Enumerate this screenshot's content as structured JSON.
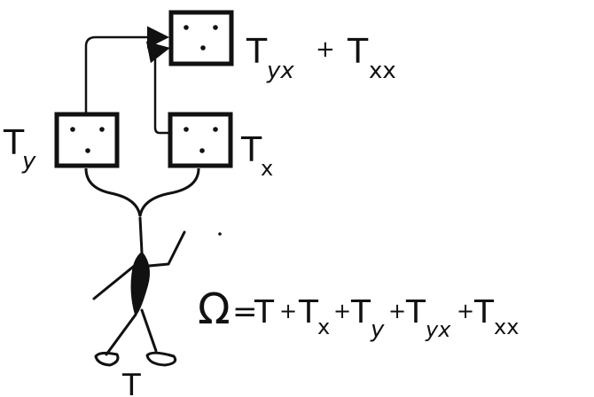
{
  "diagram": {
    "ink_color": "#111111",
    "boxes": [
      {
        "id": "top",
        "label_base": "T",
        "label_sub": "yx",
        "extra_plus": "+",
        "extra_base": "T",
        "extra_sub": "xx"
      },
      {
        "id": "left",
        "label_base": "T",
        "label_sub": "y"
      },
      {
        "id": "right",
        "label_base": "T",
        "label_sub": "x"
      }
    ],
    "figure_label": "T",
    "equation": {
      "omega": "Ω",
      "eq": "=",
      "t": "T",
      "plus": "+",
      "tx_base": "T",
      "tx_sub": "x",
      "ty_base": "T",
      "ty_sub": "y",
      "tyx_base": "T",
      "tyx_sub": "yx",
      "txx_base": "T",
      "txx_sub": "xx"
    },
    "icons": [
      "box-icon",
      "arrow-icon",
      "stick-figure-icon",
      "brace-icon"
    ]
  }
}
